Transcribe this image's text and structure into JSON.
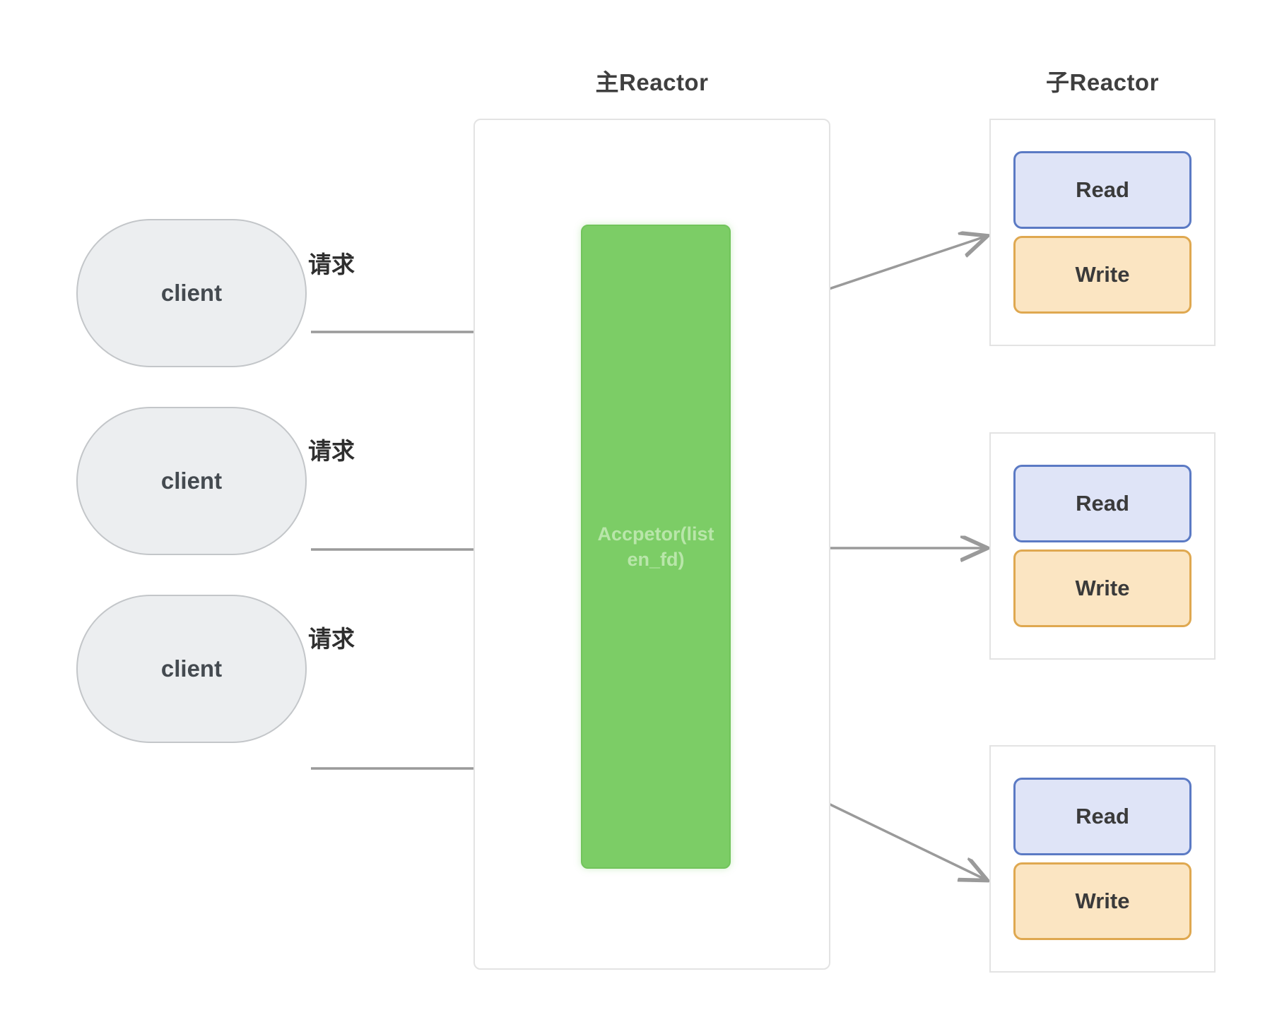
{
  "diagram": {
    "title_main_reactor": "主Reactor",
    "title_sub_reactor": "子Reactor",
    "acceptor_label": "Accpetor(listen_fd)",
    "colors": {
      "acceptor_fill": "#7ccd66",
      "acceptor_border": "#72c45c",
      "acceptor_text": "#b9e6aa",
      "client_fill": "#eceef0",
      "client_border": "#c3c6c9",
      "read_fill": "#dfe4f7",
      "read_border": "#5b7ac4",
      "write_fill": "#fbe5c2",
      "write_border": "#dfa850",
      "container_border": "#e3e3e3",
      "arrow": "#9a9a9a",
      "background": "#ffffff"
    }
  },
  "clients": [
    {
      "label": "client",
      "request_label": "请求"
    },
    {
      "label": "client",
      "request_label": "请求"
    },
    {
      "label": "client",
      "request_label": "请求"
    }
  ],
  "sub_reactors": [
    {
      "read_label": "Read",
      "write_label": "Write"
    },
    {
      "read_label": "Read",
      "write_label": "Write"
    },
    {
      "read_label": "Read",
      "write_label": "Write"
    }
  ]
}
